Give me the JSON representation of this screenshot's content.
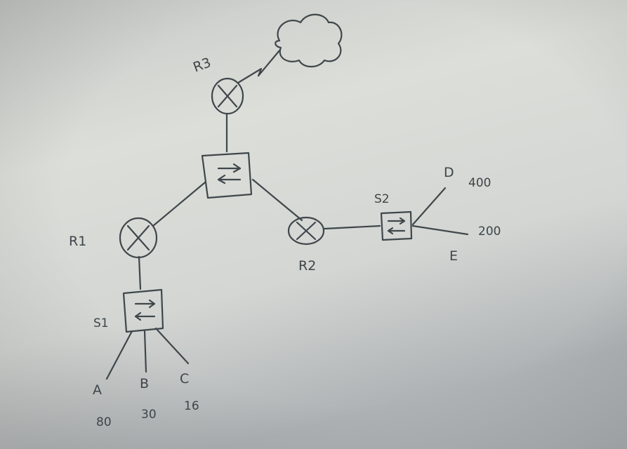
{
  "nodes": {
    "r3": {
      "label": "R3"
    },
    "r1": {
      "label": "R1"
    },
    "r2": {
      "label": "R2"
    },
    "s1": {
      "label": "S1"
    },
    "s2": {
      "label": "S2"
    }
  },
  "hosts": [
    {
      "label": "A",
      "value": "80"
    },
    {
      "label": "B",
      "value": "30"
    },
    {
      "label": "C",
      "value": "16"
    },
    {
      "label": "D",
      "value": "400"
    },
    {
      "label": "E",
      "value": "200"
    }
  ],
  "colors": {
    "ink": "#3d4549",
    "paper_light": "#dee0db",
    "paper_shadow": "#a9adaf"
  }
}
